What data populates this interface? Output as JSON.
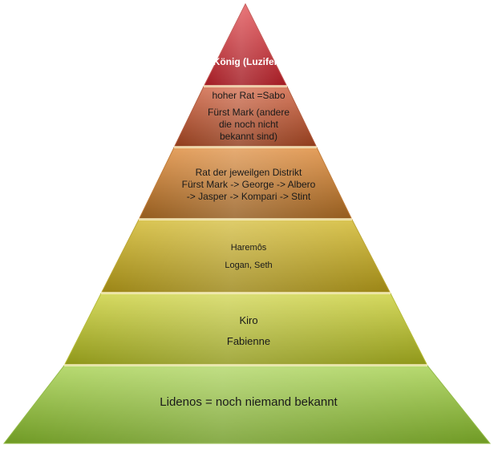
{
  "tiers": [
    {
      "lines": [
        "König (Luzifer)"
      ],
      "colors": {
        "top": "#e45a5e",
        "bottom": "#a01820",
        "edge": "#c0504d"
      }
    },
    {
      "lines": [
        "hoher Rat =Sabo",
        "Fürst Mark  (andere",
        "die noch nicht",
        "bekannt sind)"
      ],
      "colors": {
        "top": "#d57558",
        "bottom": "#8e3a1a",
        "edge": "#b0583a"
      }
    },
    {
      "lines": [
        "Rat der jeweilgen Distrikt",
        "Fürst Mark -> George -> Albero",
        "-> Jasper -> Kompari -> Stint"
      ],
      "colors": {
        "top": "#e39a54",
        "bottom": "#925a1c",
        "edge": "#c07a35"
      }
    },
    {
      "lines": [
        "Haremôs",
        "Logan, Seth"
      ],
      "colors": {
        "top": "#d8c24a",
        "bottom": "#9a8414",
        "edge": "#bba530"
      }
    },
    {
      "lines": [
        "Kiro",
        "Fabienne"
      ],
      "colors": {
        "top": "#d4d85a",
        "bottom": "#8e9618",
        "edge": "#b6bb35"
      }
    },
    {
      "lines": [
        "Lidenos  = noch niemand bekannt"
      ],
      "colors": {
        "top": "#b4d86a",
        "bottom": "#6f9a24",
        "edge": "#92ba45"
      }
    }
  ]
}
